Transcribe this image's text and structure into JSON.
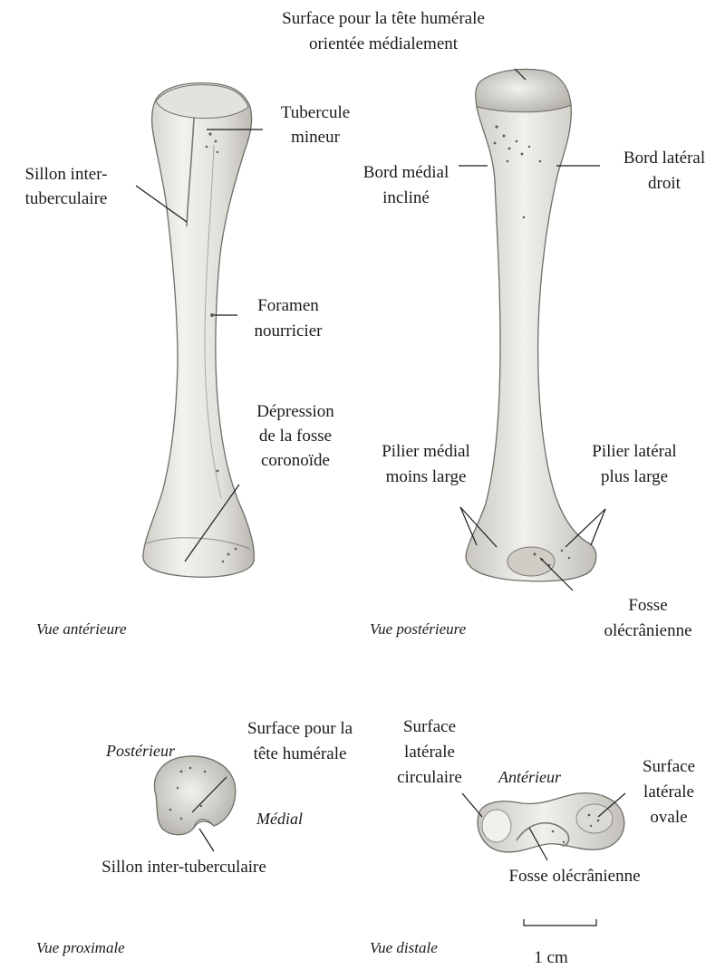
{
  "colors": {
    "bone_fill": "#ecebe6",
    "bone_shade": "#bdbbb4",
    "bone_dark": "#8d8b85",
    "ink": "#1a1a1a"
  },
  "anterior": {
    "view_label": "Vue antérieure",
    "labels": {
      "tubercule": [
        "Tubercule",
        "mineur"
      ],
      "sillon": [
        "Sillon inter-",
        "tuberculaire"
      ],
      "foramen": [
        "Foramen",
        "nourricier"
      ],
      "depression": [
        "Dépression",
        "de la fosse",
        "coronoïde"
      ]
    }
  },
  "posterior": {
    "view_label": "Vue postérieure",
    "labels": {
      "surface_tete": [
        "Surface pour la tête humérale",
        "orientée médialement"
      ],
      "bord_medial": [
        "Bord médial",
        "incliné"
      ],
      "bord_lateral": [
        "Bord latéral",
        "droit"
      ],
      "pilier_medial": [
        "Pilier médial",
        "moins large"
      ],
      "pilier_lateral": [
        "Pilier latéral",
        "plus large"
      ],
      "fosse": [
        "Fosse",
        "olécrânienne"
      ]
    }
  },
  "proximal": {
    "view_label": "Vue proximale",
    "orient_posterior": "Postérieur",
    "orient_medial": "Médial",
    "labels": {
      "surface_tete": [
        "Surface pour la",
        "tête humérale"
      ],
      "sillon": "Sillon inter-tuberculaire"
    }
  },
  "distal": {
    "view_label": "Vue distale",
    "orient_anterior": "Antérieur",
    "labels": {
      "surface_circ": [
        "Surface",
        "latérale",
        "circulaire"
      ],
      "surface_ovale": [
        "Surface",
        "latérale",
        "ovale"
      ],
      "fosse": "Fosse olécrânienne"
    }
  },
  "scale_bar": {
    "label": "1 cm"
  }
}
